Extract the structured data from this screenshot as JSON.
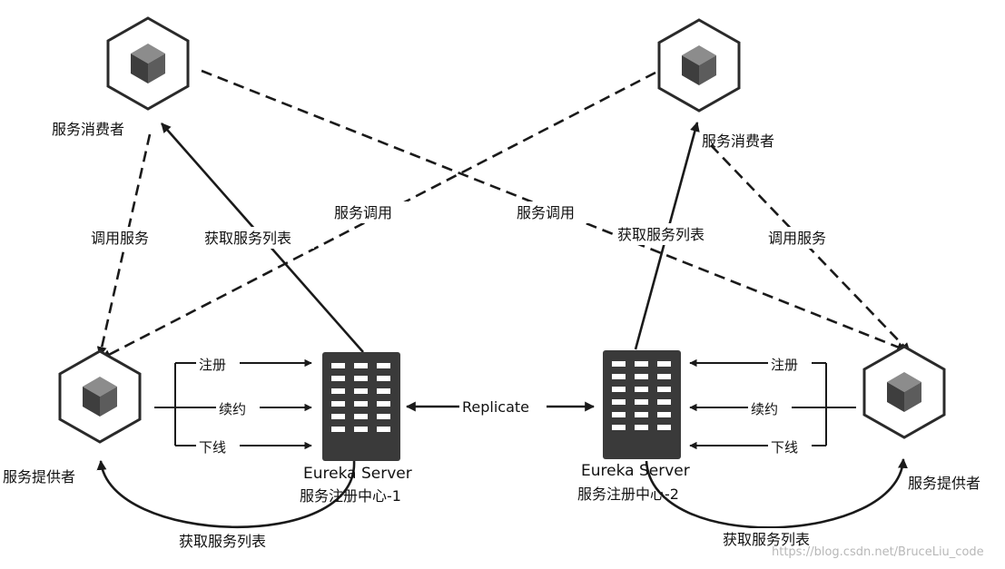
{
  "nodes": {
    "consumer_left": {
      "label": "服务消费者"
    },
    "consumer_right": {
      "label": "服务消费者"
    },
    "provider_left": {
      "label": "服务提供者"
    },
    "provider_right": {
      "label": "服务提供者"
    },
    "server_left": {
      "name": "Eureka Server",
      "subtitle": "服务注册中心-1"
    },
    "server_right": {
      "name": "Eureka Server",
      "subtitle": "服务注册中心-2"
    }
  },
  "edges": {
    "invoke_left": "调用服务",
    "invoke_right": "调用服务",
    "cross_invoke_left": "服务调用",
    "cross_invoke_right": "服务调用",
    "fetch_left_top": "获取服务列表",
    "fetch_right_top": "获取服务列表",
    "fetch_left_bottom": "获取服务列表",
    "fetch_right_bottom": "获取服务列表",
    "register_left": "注册",
    "renew_left": "续约",
    "cancel_left": "下线",
    "register_right": "注册",
    "renew_right": "续约",
    "cancel_right": "下线",
    "replicate": "Replicate"
  },
  "watermark": "https://blog.csdn.net/BruceLiu_code",
  "colors": {
    "line": "#1a1a1a",
    "server": "#3a3a3a",
    "cube": "#555555"
  }
}
